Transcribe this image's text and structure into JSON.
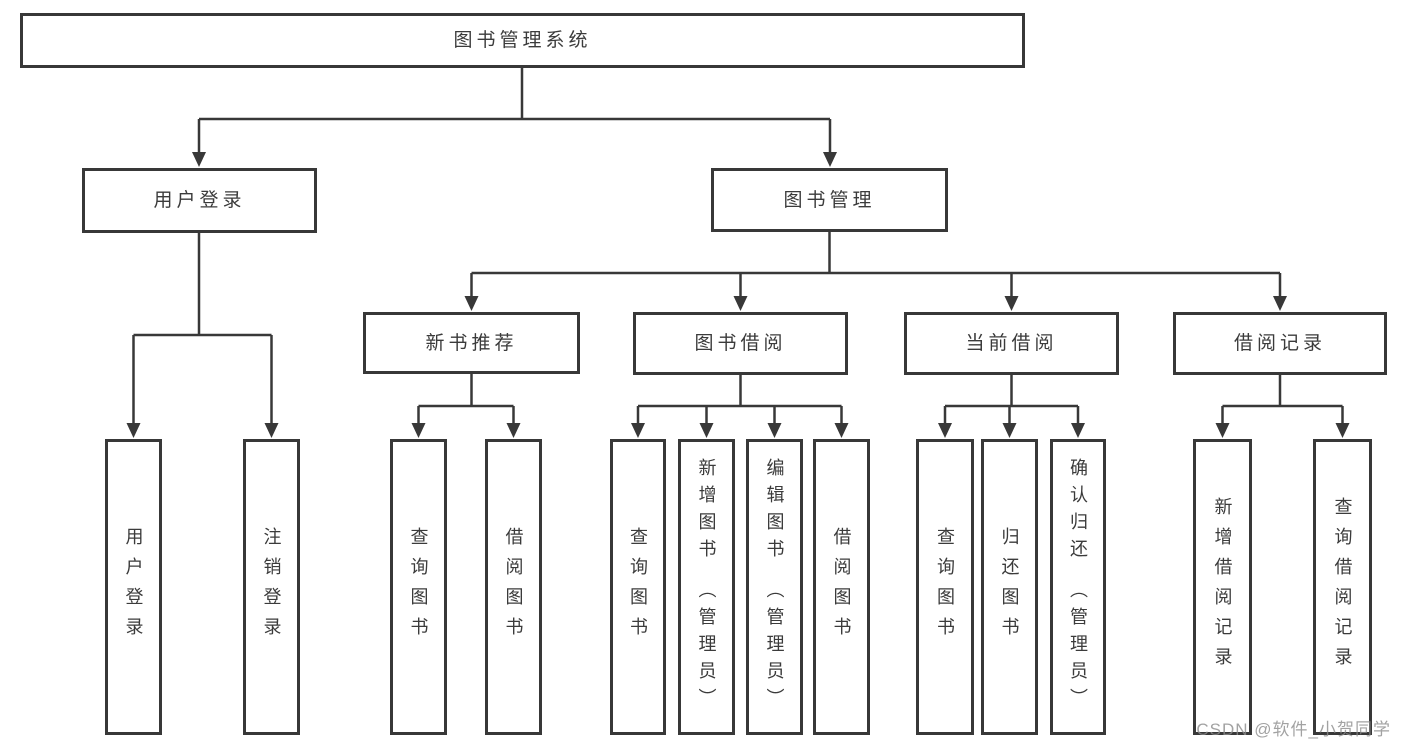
{
  "diagram": {
    "root": {
      "label": "图书管理系统"
    },
    "branches": {
      "user_login": {
        "label": "用户登录",
        "children": {
          "login": "用户登录",
          "logout": "注销登录"
        }
      },
      "book_mgmt": {
        "label": "图书管理",
        "children": {
          "new_books": {
            "label": "新书推荐",
            "children": {
              "query": "查询图书",
              "borrow": "借阅图书"
            }
          },
          "borrowing": {
            "label": "图书借阅",
            "children": {
              "query": "查询图书",
              "add": "新增图书 （管理员）",
              "edit": "编辑图书 （管理员）",
              "borrow": "借阅图书"
            }
          },
          "current": {
            "label": "当前借阅",
            "children": {
              "query": "查询图书",
              "return": "归还图书",
              "confirm": "确认归还 （管理员）"
            }
          },
          "records": {
            "label": "借阅记录",
            "children": {
              "add": "新增借阅记录",
              "query": "查询借阅记录"
            }
          }
        }
      }
    },
    "watermark": "CSDN @软件_小贺同学",
    "colors": {
      "line": "#383838",
      "text": "#3b3b3b",
      "watermark": "#8c8c8c",
      "background": "#ffffff"
    }
  }
}
